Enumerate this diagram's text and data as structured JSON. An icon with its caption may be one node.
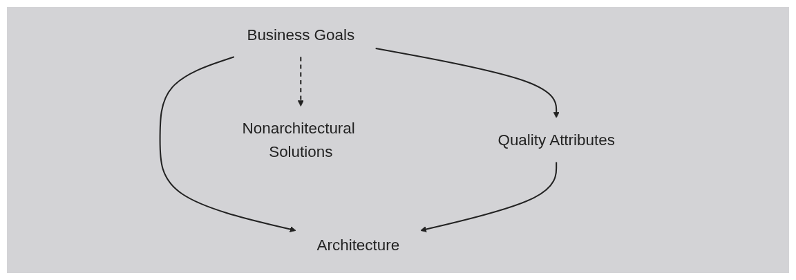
{
  "diagram": {
    "nodes": [
      {
        "text": [
          "Business Goals"
        ]
      },
      {
        "text": [
          "Quality Attributes"
        ]
      },
      {
        "text": [
          "Nonarchitectural Solutions"
        ]
      },
      {
        "text": [
          "Architecture"
        ]
      }
    ],
    "edges": [
      {
        "from": 0,
        "to": 1,
        "arrow": "to"
      },
      {
        "from": 0,
        "to": 3,
        "arrow": "to"
      },
      {
        "from": 0,
        "to": 2,
        "arrow": "to",
        "style": "dashed"
      },
      {
        "from": 1,
        "to": 3,
        "arrow": "to"
      }
    ]
  }
}
